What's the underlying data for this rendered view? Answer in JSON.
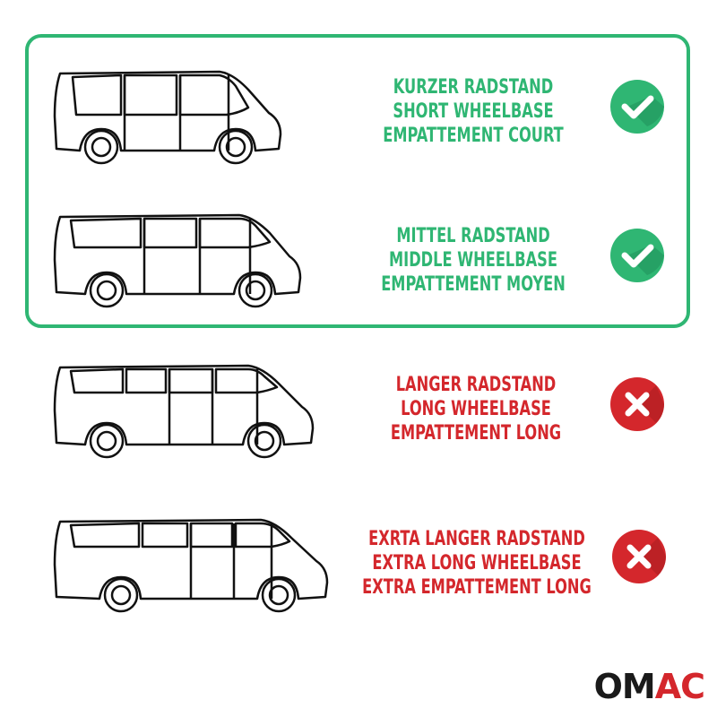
{
  "rows": [
    {
      "lines": [
        "KURZER RADSTAND",
        "SHORT WHEELBASE",
        "EMPATTEMENT COURT"
      ],
      "status": "check",
      "color": "#2fb673"
    },
    {
      "lines": [
        "MITTEL RADSTAND",
        "MIDDLE WHEELBASE",
        "EMPATTEMENT MOYEN"
      ],
      "status": "check",
      "color": "#2fb673"
    },
    {
      "lines": [
        "LANGER RADSTAND",
        "LONG WHEELBASE",
        "EMPATTEMENT LONG"
      ],
      "status": "cross",
      "color": "#d4272c"
    },
    {
      "lines": [
        "EXRTA LANGER RADSTAND",
        "EXTRA LONG WHEELBASE",
        "EXTRA EMPATTEMENT LONG"
      ],
      "status": "cross",
      "color": "#d4272c"
    }
  ],
  "logo": {
    "text_dark": "OM",
    "text_accent": "AC"
  },
  "colors": {
    "green": "#2fb673",
    "red": "#d4272c",
    "dark": "#1a1a1a"
  },
  "icons": {
    "check": "check-circle-icon",
    "cross": "cross-circle-icon"
  }
}
